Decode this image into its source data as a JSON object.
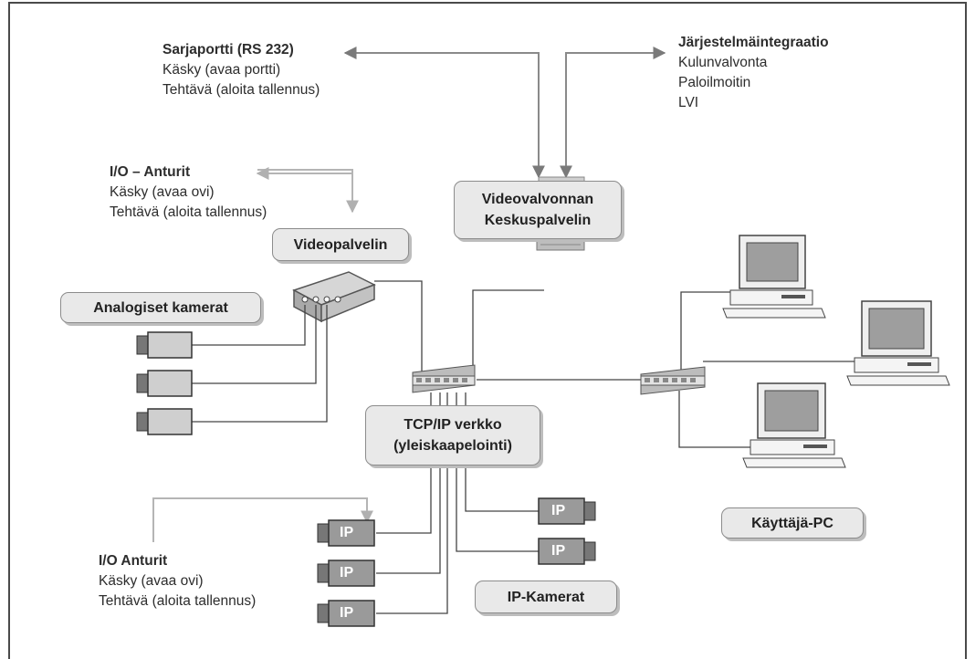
{
  "serial_port": {
    "title": "Sarjaportti (RS 232)",
    "line1": "Käsky   (avaa portti)",
    "line2": "Tehtävä  (aloita tallennus)"
  },
  "system_integration": {
    "title": "Järjestelmäintegraatio",
    "line1": "Kulunvalvonta",
    "line2": "Paloilmoitin",
    "line3": "LVI"
  },
  "io_sensors_top": {
    "title": "I/O – Anturit",
    "line1": "Käsky (avaa ovi)",
    "line2": "Tehtävä  (aloita tallennus)"
  },
  "io_sensors_bottom": {
    "title": "I/O Anturit",
    "line1": "Käsky (avaa ovi)",
    "line2": "Tehtävä  (aloita tallennus)"
  },
  "boxes": {
    "central_server_line1": "Videovalvonnan",
    "central_server_line2": "Keskuspalvelin",
    "video_server": "Videopalvelin",
    "analog_cameras": "Analogiset kamerat",
    "network_line1": "TCP/IP verkko",
    "network_line2": "(yleiskaapelointi)",
    "user_pc": "Käyttäjä-PC",
    "ip_cameras": "IP-Kamerat"
  },
  "ip_label": "IP"
}
